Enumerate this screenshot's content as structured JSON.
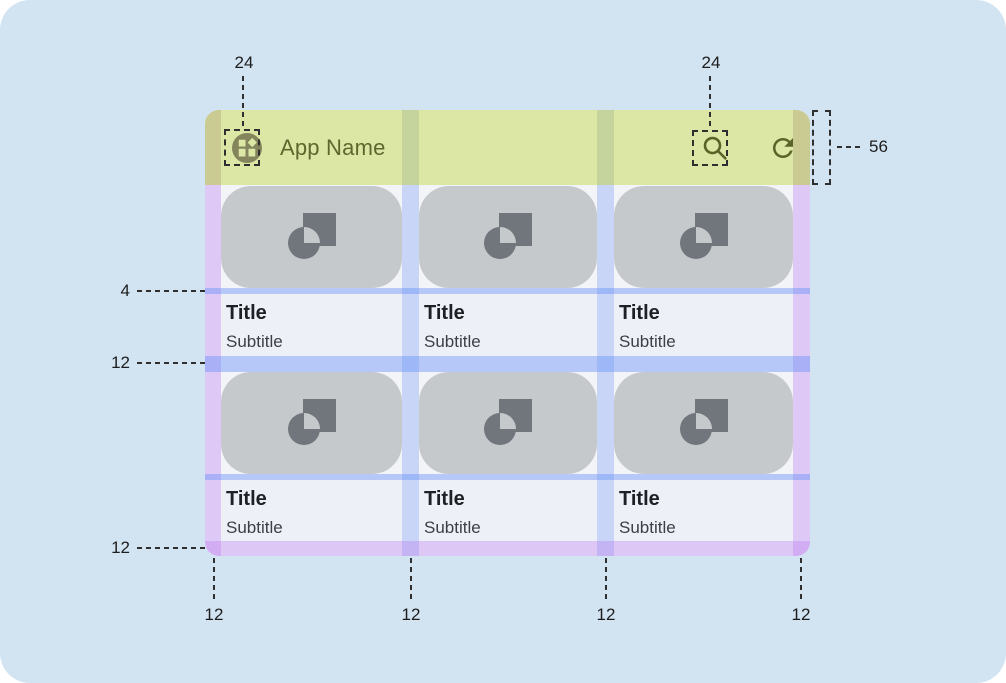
{
  "header": {
    "app_title": "App Name"
  },
  "cards": [
    {
      "title": "Title",
      "subtitle": "Subtitle"
    },
    {
      "title": "Title",
      "subtitle": "Subtitle"
    },
    {
      "title": "Title",
      "subtitle": "Subtitle"
    },
    {
      "title": "Title",
      "subtitle": "Subtitle"
    },
    {
      "title": "Title",
      "subtitle": "Subtitle"
    },
    {
      "title": "Title",
      "subtitle": "Subtitle"
    }
  ],
  "annotations": {
    "top_left_icon_size": "24",
    "top_right_icon_size": "24",
    "appbar_height": "56",
    "media_text_gap": "4",
    "row_gap": "12",
    "bottom_margin": "12",
    "bottom_columns": [
      "12",
      "12",
      "12",
      "12"
    ]
  },
  "icons": {
    "app_logo": "app-logo-icon",
    "search": "search-icon",
    "refresh": "refresh-icon",
    "card_media": "image-placeholder-icon"
  },
  "colors": {
    "canvas_background": "#d2e3f1",
    "appbar": "#dce7a5",
    "appbar_text": "#5e672d",
    "margin_overlay_purple": "#c187f0",
    "gutter_overlay_blue": "#8aa8f6",
    "spacing_overlay_blue": "#6e94f6",
    "margin_over_appbar": "#c9cb93",
    "gutter_over_appbar": "#c4d49c",
    "card_media_bg": "#c6c9cc",
    "card_icon": "#70767c",
    "annotation_text": "#1d1d1d"
  }
}
